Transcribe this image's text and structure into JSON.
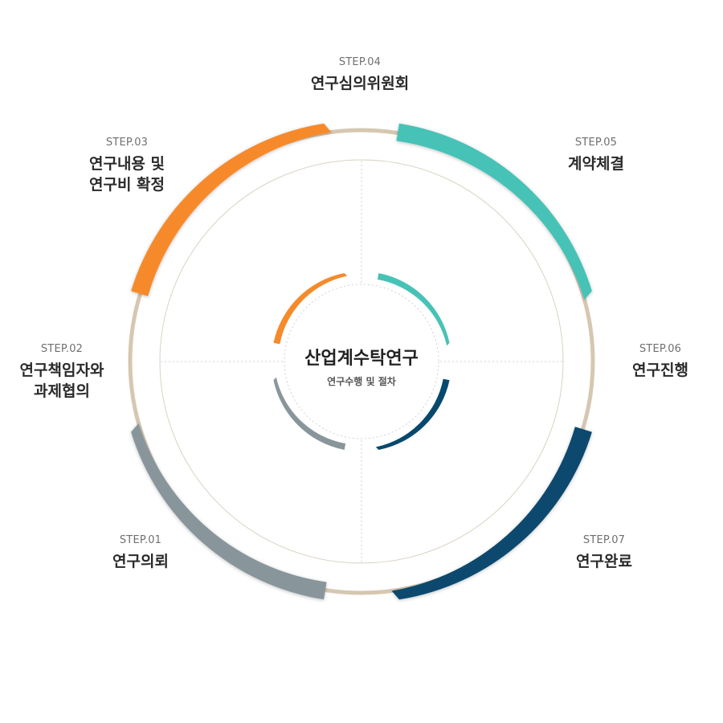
{
  "center": {
    "title": "산업계수탁연구",
    "subtitle": "연구수행 및 절차"
  },
  "steps": [
    {
      "num": "STEP.01",
      "title": "연구의뢰",
      "color": "#88969c"
    },
    {
      "num": "STEP.02",
      "title": "연구책임자와\n과제협의",
      "color": "#ffffff"
    },
    {
      "num": "STEP.03",
      "title": "연구내용 및\n연구비 확정",
      "color": "#f68a2a"
    },
    {
      "num": "STEP.04",
      "title": "연구심의위원회",
      "color": "#ffffff"
    },
    {
      "num": "STEP.05",
      "title": "계약체결",
      "color": "#47c2b6"
    },
    {
      "num": "STEP.06",
      "title": "연구진행",
      "color": "#ffffff"
    },
    {
      "num": "STEP.07",
      "title": "연구완료",
      "color": "#07496e"
    }
  ],
  "colors": {
    "ring": "#d6c7b1",
    "inner_ring": "#d9d3c4",
    "divider": "#cfcfcf",
    "orange": "#f68a2a",
    "teal": "#47c2b6",
    "gray": "#88969c",
    "navy": "#07496e"
  }
}
